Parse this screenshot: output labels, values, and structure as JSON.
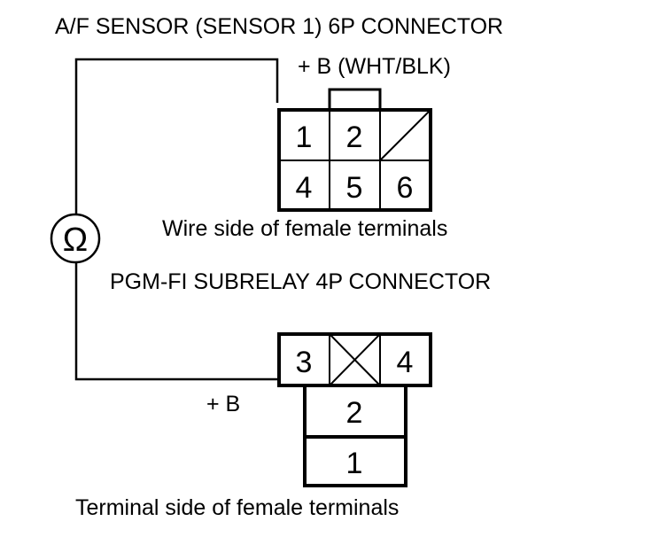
{
  "top_connector": {
    "title": "A/F SENSOR (SENSOR 1) 6P CONNECTOR",
    "wire_label": "+ B (WHT/BLK)",
    "pins": [
      "1",
      "2",
      "4",
      "5",
      "6"
    ],
    "caption": "Wire side of female terminals"
  },
  "meter": {
    "symbol": "Ω",
    "icon": "ohmmeter-icon"
  },
  "bottom_connector": {
    "title": "PGM-FI SUBRELAY 4P CONNECTOR",
    "wire_label": "+ B",
    "pins": [
      "3",
      "4",
      "2",
      "1"
    ],
    "caption": "Terminal side of female terminals"
  }
}
